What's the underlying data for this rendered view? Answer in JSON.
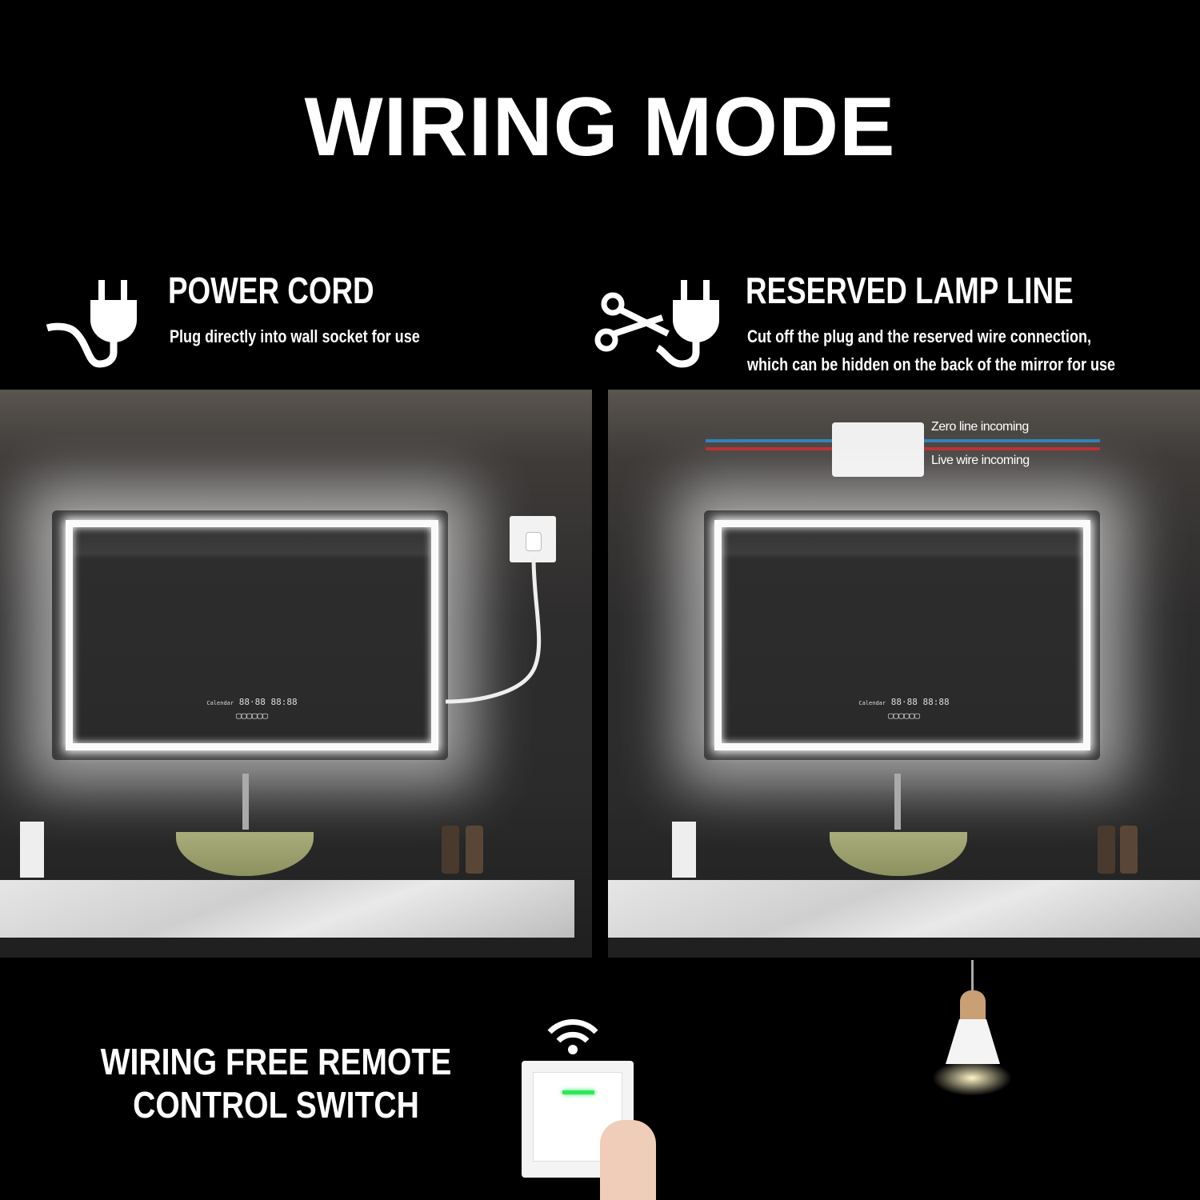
{
  "title": "WIRING MODE",
  "left": {
    "heading": "POWER CORD",
    "description": "Plug directly into wall socket for use",
    "icon": "power-plug-icon"
  },
  "right": {
    "heading": "RESERVED LAMP LINE",
    "description_line1": "Cut off the plug and the reserved wire connection,",
    "description_line2": "which can be hidden on the back of the mirror for use",
    "icon": "scissors-plug-icon",
    "zero_line_label": "Zero line incoming",
    "live_wire_label": "Live wire incoming"
  },
  "mirror_display": {
    "calendar_label": "Calendar",
    "time1": "88·88",
    "time2": "88:88"
  },
  "bottom": {
    "line1": "WIRING FREE REMOTE",
    "line2": "CONTROL SWITCH",
    "icon": "wifi-icon"
  },
  "colors": {
    "background": "#000000",
    "zero_line": "#2e7fb8",
    "live_wire": "#b8262a",
    "switch_indicator": "#2ee85a"
  }
}
